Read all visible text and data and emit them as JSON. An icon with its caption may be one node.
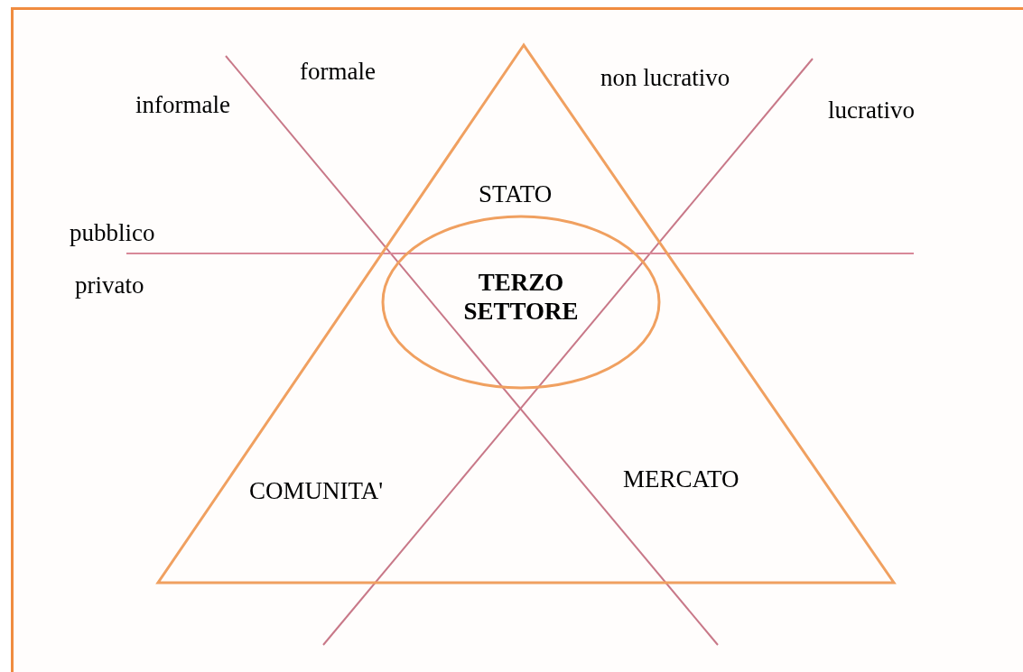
{
  "diagram": {
    "nodes": [
      {
        "text": [
          "TERZO SETTORE"
        ]
      }
    ],
    "labels": [
      "formale",
      "non lucrativo",
      "informale",
      "lucrativo",
      "STATO",
      "pubblico",
      "privato",
      "MERCATO",
      "COMUNITA'"
    ]
  }
}
